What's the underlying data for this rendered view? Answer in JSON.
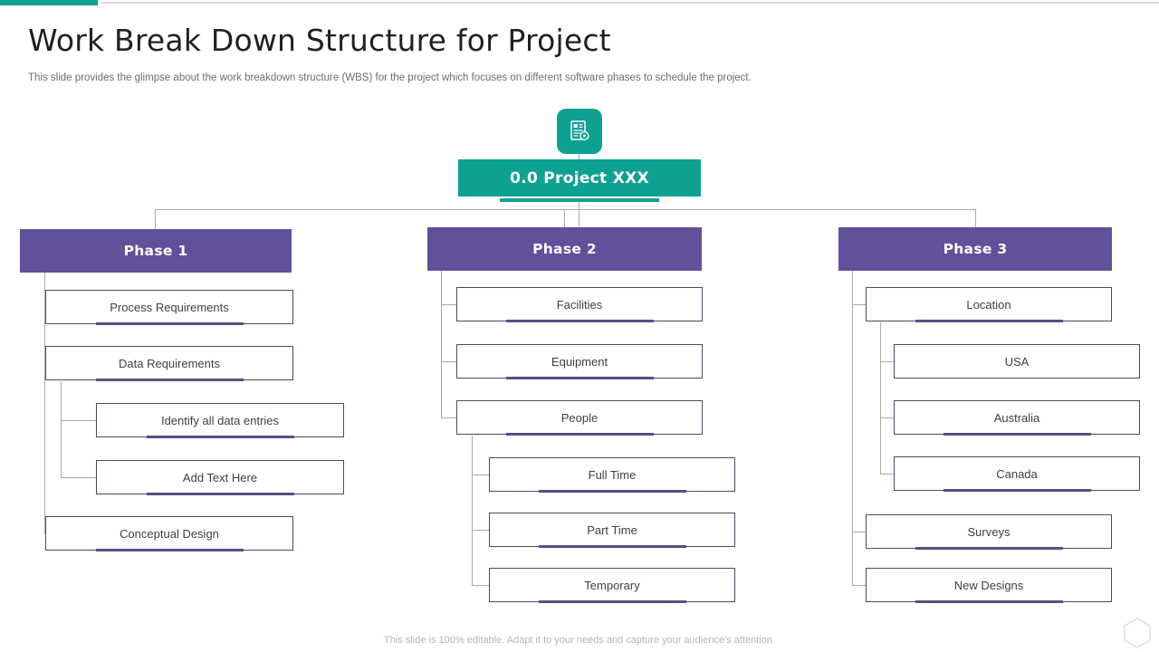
{
  "slide": {
    "title": "Work Break Down Structure for Project",
    "subtitle": "This slide provides the glimpse about the work breakdown structure (WBS) for the project which focuses on different software phases to schedule the project.",
    "footer": "This slide is 100% editable. Adapt it to your needs and capture your audience's attention."
  },
  "colors": {
    "teal": "#0da191",
    "purple": "#61509a",
    "node_border": "#4f4a63",
    "node_underline": "#5b4e86",
    "connector": "#a9a9a9",
    "title_text": "#231f20",
    "body_text": "#3f3f3f",
    "muted_text": "#6d6d6d"
  },
  "icons": {
    "root": "document-gear-icon",
    "watermark": "hexagon-logo-icon"
  },
  "root": {
    "label": "0.0 Project XXX"
  },
  "phases": [
    {
      "label": "Phase 1",
      "nodes": [
        {
          "label": "Process Requirements",
          "level": 1
        },
        {
          "label": "Data Requirements",
          "level": 1
        },
        {
          "label": "Identify  all data entries",
          "level": 2
        },
        {
          "label": "Add Text Here",
          "level": 2
        },
        {
          "label": "Conceptual Design",
          "level": 1
        }
      ]
    },
    {
      "label": "Phase 2",
      "nodes": [
        {
          "label": "Facilities",
          "level": 1
        },
        {
          "label": "Equipment",
          "level": 1
        },
        {
          "label": "People",
          "level": 1
        },
        {
          "label": "Full Time",
          "level": 2
        },
        {
          "label": "Part Time",
          "level": 2
        },
        {
          "label": "Temporary",
          "level": 2
        }
      ]
    },
    {
      "label": "Phase 3",
      "nodes": [
        {
          "label": "Location",
          "level": 1
        },
        {
          "label": "USA",
          "level": 2
        },
        {
          "label": "Australia",
          "level": 2
        },
        {
          "label": "Canada",
          "level": 2
        },
        {
          "label": "Surveys",
          "level": 1
        },
        {
          "label": "New Designs",
          "level": 1
        }
      ]
    }
  ]
}
